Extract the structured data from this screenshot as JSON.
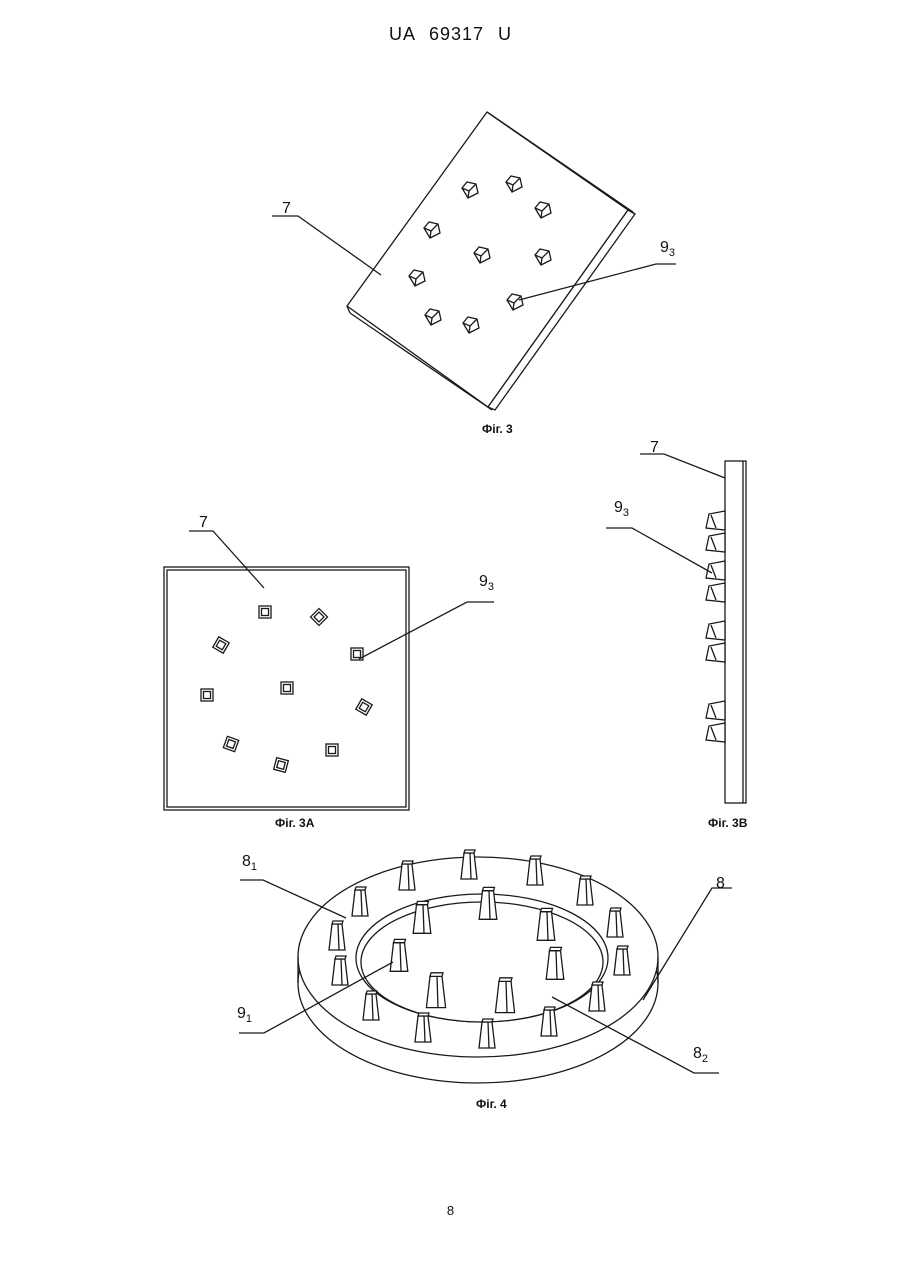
{
  "header": {
    "doc_number": "UA   69317   U"
  },
  "page_number": "8",
  "figures": {
    "fig3": {
      "caption": "Фіг. 3",
      "label_plate": "7",
      "label_spike": "9",
      "label_spike_sub": "3"
    },
    "fig3a": {
      "caption": "Фіг. 3А",
      "label_plate": "7",
      "label_spike": "9",
      "label_spike_sub": "3"
    },
    "fig3b": {
      "caption": "Фіг. 3В",
      "label_plate": "7",
      "label_spike": "9",
      "label_spike_sub": "3"
    },
    "fig4": {
      "caption": "Фіг. 4",
      "label_ring": "8",
      "label_ring_sub": "1",
      "label_base": "8",
      "label_spike": "9",
      "label_spike_sub": "1",
      "label_inner": "8",
      "label_inner_sub": "2"
    }
  }
}
